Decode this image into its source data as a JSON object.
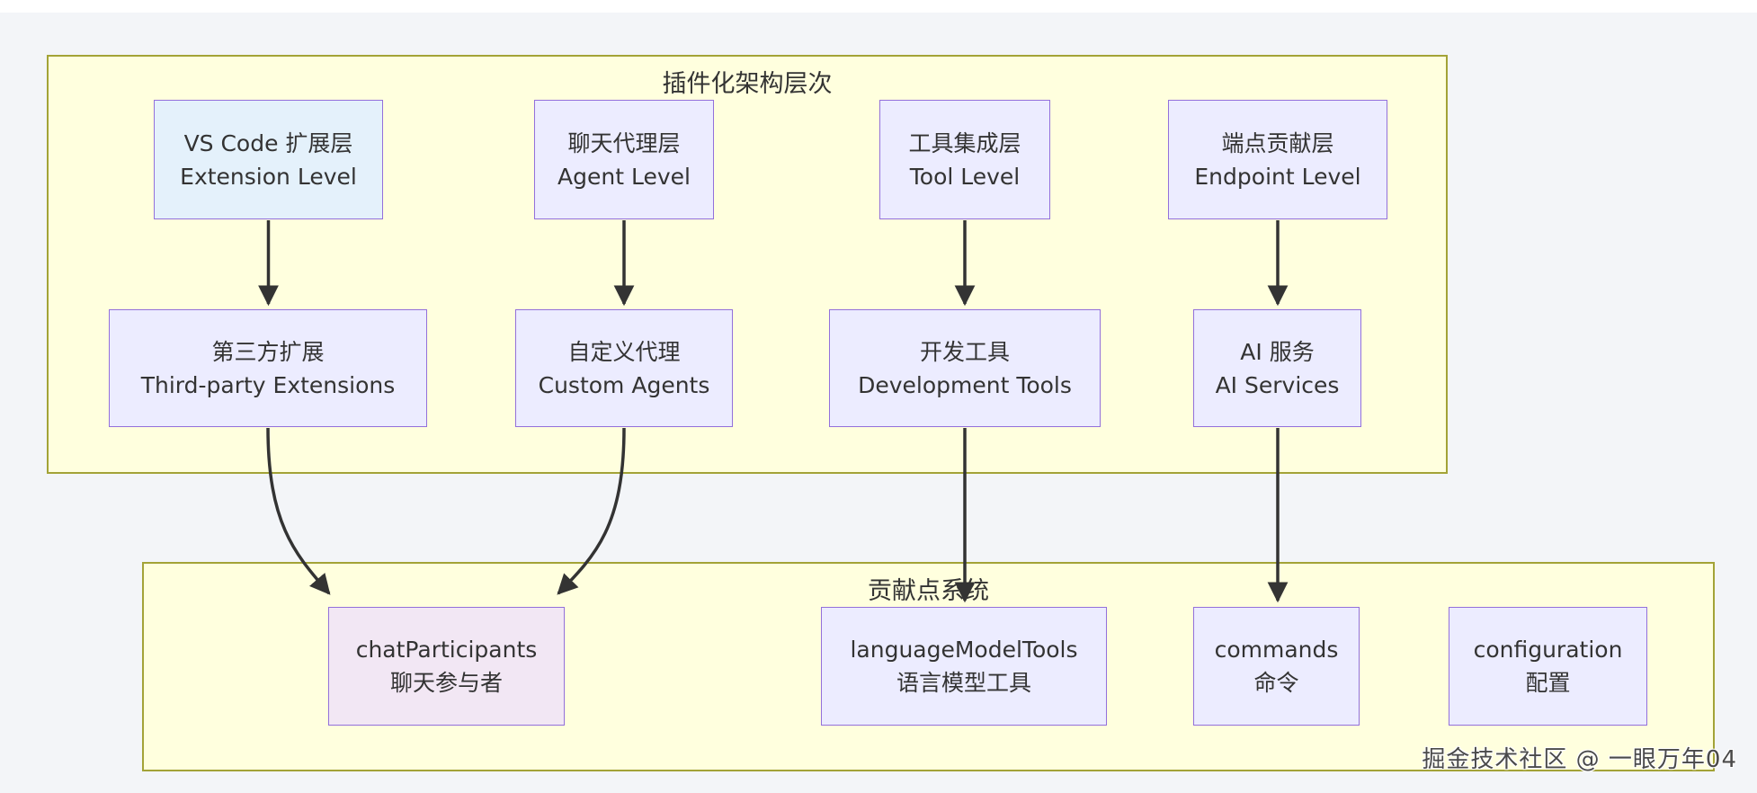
{
  "clusters": {
    "architecture": {
      "title": "插件化架构层次"
    },
    "contribution": {
      "title": "贡献点系统"
    }
  },
  "nodes": {
    "extension_level": {
      "line1": "VS Code 扩展层",
      "line2": "Extension Level"
    },
    "agent_level": {
      "line1": "聊天代理层",
      "line2": "Agent Level"
    },
    "tool_level": {
      "line1": "工具集成层",
      "line2": "Tool Level"
    },
    "endpoint_level": {
      "line1": "端点贡献层",
      "line2": "Endpoint Level"
    },
    "third_party": {
      "line1": "第三方扩展",
      "line2": "Third-party Extensions"
    },
    "custom_agents": {
      "line1": "自定义代理",
      "line2": "Custom Agents"
    },
    "dev_tools": {
      "line1": "开发工具",
      "line2": "Development Tools"
    },
    "ai_services": {
      "line1": "AI 服务",
      "line2": "AI Services"
    },
    "chat_participants": {
      "line1": "chatParticipants",
      "line2": "聊天参与者"
    },
    "language_model_tools": {
      "line1": "languageModelTools",
      "line2": "语言模型工具"
    },
    "commands": {
      "line1": "commands",
      "line2": "命令"
    },
    "configuration": {
      "line1": "configuration",
      "line2": "配置"
    }
  },
  "edges": [
    {
      "from": "extension_level",
      "to": "third_party"
    },
    {
      "from": "agent_level",
      "to": "custom_agents"
    },
    {
      "from": "tool_level",
      "to": "dev_tools"
    },
    {
      "from": "endpoint_level",
      "to": "ai_services"
    },
    {
      "from": "third_party",
      "to": "chat_participants"
    },
    {
      "from": "custom_agents",
      "to": "chat_participants"
    },
    {
      "from": "dev_tools",
      "to": "language_model_tools"
    },
    {
      "from": "ai_services",
      "to": "commands"
    }
  ],
  "colors": {
    "page_background": "#f3f5f8",
    "top_strip": "#ffffff",
    "cluster_fill": "#ffffde",
    "cluster_border": "#a3a337",
    "node_fill": "#ececff",
    "node_border": "#9370db",
    "extension_level_fill": "#e4f1fb",
    "chat_participants_fill": "#f2e7f4",
    "arrow": "#333333",
    "text": "#333333"
  },
  "watermark": "掘金技术社区 @ 一眼万年04"
}
